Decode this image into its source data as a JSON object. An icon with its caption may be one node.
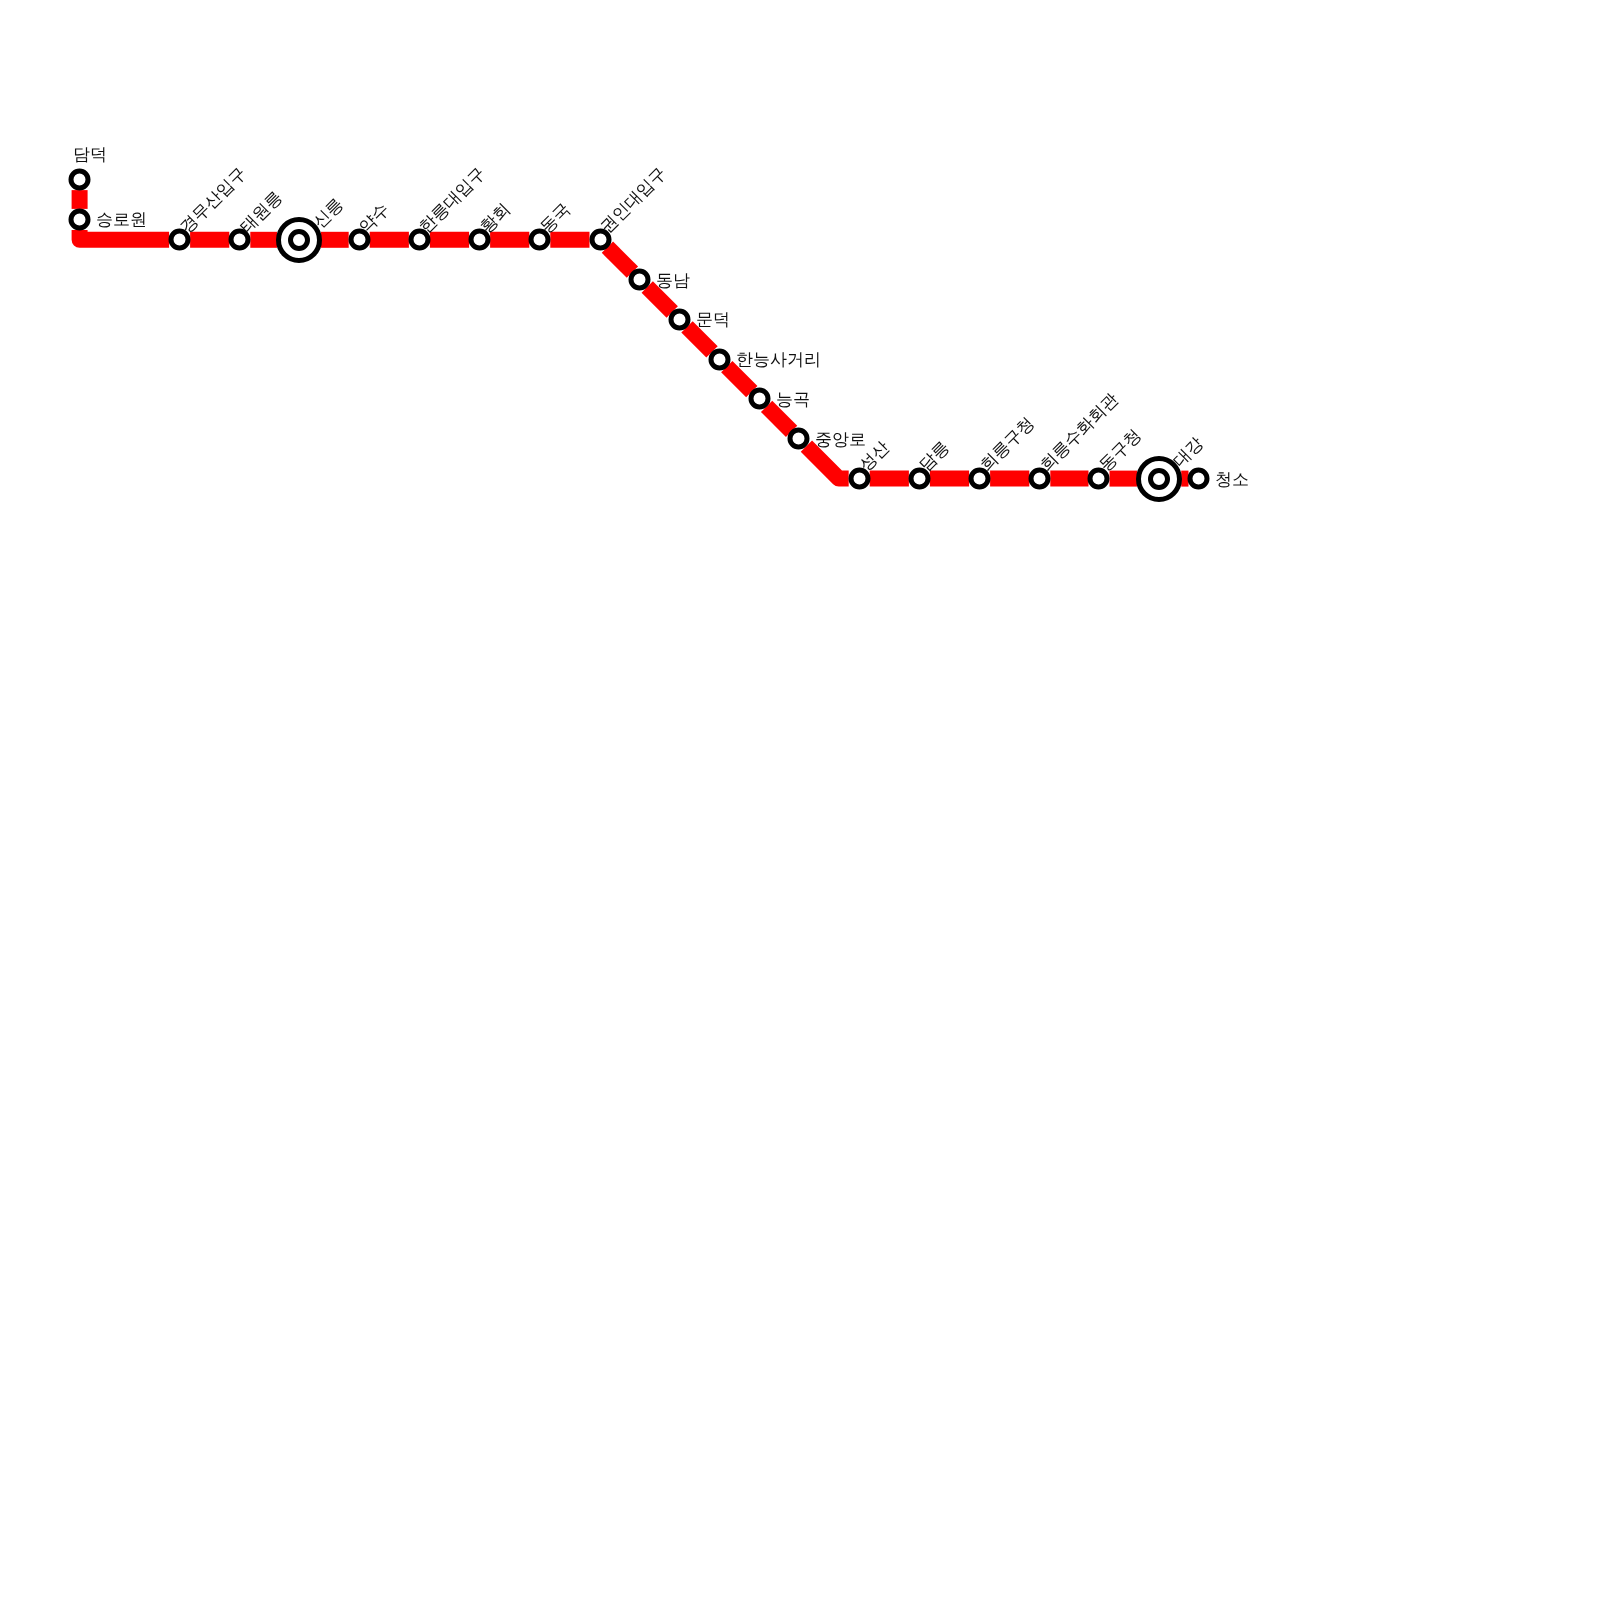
{
  "diagram": {
    "nodes": [
      {
        "text": [
          "담덕"
        ]
      },
      {
        "text": [
          "승로원"
        ]
      },
      {
        "text": [
          "경무산입구"
        ]
      },
      {
        "text": [
          "태원릉"
        ]
      },
      {
        "text": [
          "신릉"
        ]
      },
      {
        "text": [
          "약수"
        ]
      },
      {
        "text": [
          "한릉대입구"
        ]
      },
      {
        "text": [
          "황회"
        ]
      },
      {
        "text": [
          "동국"
        ]
      },
      {
        "text": [
          "권인대입구"
        ]
      },
      {
        "text": [
          "동남"
        ]
      },
      {
        "text": [
          "문덕"
        ]
      },
      {
        "text": [
          "한능사거리"
        ]
      },
      {
        "text": [
          "능곡"
        ]
      },
      {
        "text": [
          "중앙로"
        ]
      },
      {
        "text": [
          "성산"
        ]
      },
      {
        "text": [
          "담릉"
        ]
      },
      {
        "text": [
          "희릉구청"
        ]
      },
      {
        "text": [
          "희릉수화회관"
        ]
      },
      {
        "text": [
          "동구청"
        ]
      },
      {
        "text": [
          "대강"
        ]
      },
      {
        "text": [
          "청소"
        ]
      }
    ],
    "edges": [
      {
        "from": 0,
        "to": 1,
        "arrow": "none"
      },
      {
        "from": 1,
        "to": 2,
        "arrow": "none"
      },
      {
        "from": 2,
        "to": 3,
        "arrow": "none"
      },
      {
        "from": 3,
        "to": 4,
        "arrow": "none"
      },
      {
        "from": 4,
        "to": 5,
        "arrow": "none"
      },
      {
        "from": 5,
        "to": 6,
        "arrow": "none"
      },
      {
        "from": 6,
        "to": 7,
        "arrow": "none"
      },
      {
        "from": 7,
        "to": 8,
        "arrow": "none"
      },
      {
        "from": 8,
        "to": 9,
        "arrow": "none"
      },
      {
        "from": 9,
        "to": 10,
        "arrow": "none"
      },
      {
        "from": 10,
        "to": 11,
        "arrow": "none"
      },
      {
        "from": 11,
        "to": 12,
        "arrow": "none"
      },
      {
        "from": 12,
        "to": 13,
        "arrow": "none"
      },
      {
        "from": 13,
        "to": 14,
        "arrow": "none"
      },
      {
        "from": 14,
        "to": 15,
        "arrow": "none"
      },
      {
        "from": 15,
        "to": 16,
        "arrow": "none"
      },
      {
        "from": 16,
        "to": 17,
        "arrow": "none"
      },
      {
        "from": 17,
        "to": 18,
        "arrow": "none"
      },
      {
        "from": 18,
        "to": 19,
        "arrow": "none"
      },
      {
        "from": 19,
        "to": 20,
        "arrow": "none"
      },
      {
        "from": 20,
        "to": 21,
        "arrow": "none"
      }
    ]
  }
}
